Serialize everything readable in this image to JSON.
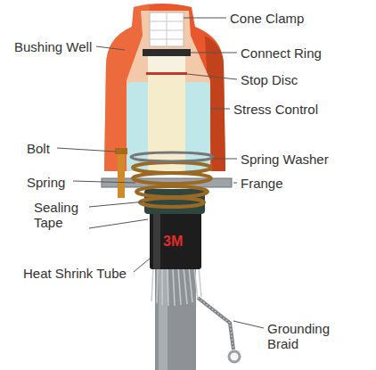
{
  "diagram": {
    "labels": [
      "Cone Clamp",
      "Bushing Well",
      "Connect Ring",
      "Stop Disc",
      "Stress Control",
      "Bolt",
      "Spring Washer",
      "Spring",
      "Frange",
      "Sealing Tape",
      "3M",
      "Heat Shrink Tube",
      "Grounding Braid"
    ]
  }
}
